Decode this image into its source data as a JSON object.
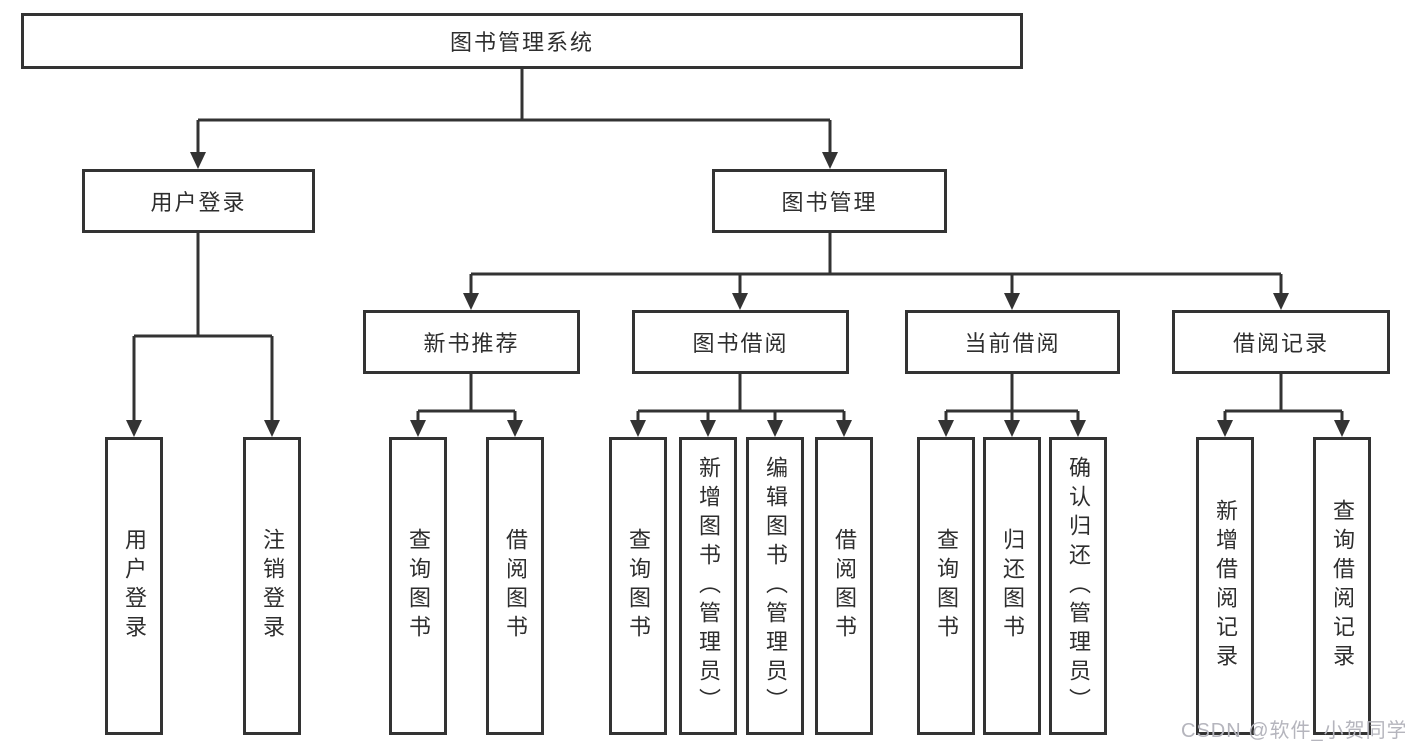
{
  "diagram": {
    "root": {
      "label": "图书管理系统"
    },
    "level2": [
      {
        "label": "用户登录"
      },
      {
        "label": "图书管理"
      }
    ],
    "level3": [
      {
        "label": "新书推荐",
        "parent": "图书管理"
      },
      {
        "label": "图书借阅",
        "parent": "图书管理"
      },
      {
        "label": "当前借阅",
        "parent": "图书管理"
      },
      {
        "label": "借阅记录",
        "parent": "图书管理"
      }
    ],
    "leaves": [
      {
        "label": "用户登录",
        "parent": "用户登录"
      },
      {
        "label": "注销登录",
        "parent": "用户登录"
      },
      {
        "label": "查询图书",
        "parent": "新书推荐"
      },
      {
        "label": "借阅图书",
        "parent": "新书推荐"
      },
      {
        "label": "查询图书",
        "parent": "图书借阅"
      },
      {
        "label": "新增图书（管理员）",
        "parent": "图书借阅"
      },
      {
        "label": "编辑图书（管理员）",
        "parent": "图书借阅"
      },
      {
        "label": "借阅图书",
        "parent": "图书借阅"
      },
      {
        "label": "查询图书",
        "parent": "当前借阅"
      },
      {
        "label": "归还图书",
        "parent": "当前借阅"
      },
      {
        "label": "确认归还（管理员）",
        "parent": "当前借阅"
      },
      {
        "label": "新增借阅记录",
        "parent": "借阅记录"
      },
      {
        "label": "查询借阅记录",
        "parent": "借阅记录"
      }
    ],
    "watermark": "CSDN @软件_小贺同学",
    "colors": {
      "line": "#333333",
      "text": "#2e2e2e",
      "background": "#ffffff",
      "watermark": "#b5b5bd"
    }
  }
}
